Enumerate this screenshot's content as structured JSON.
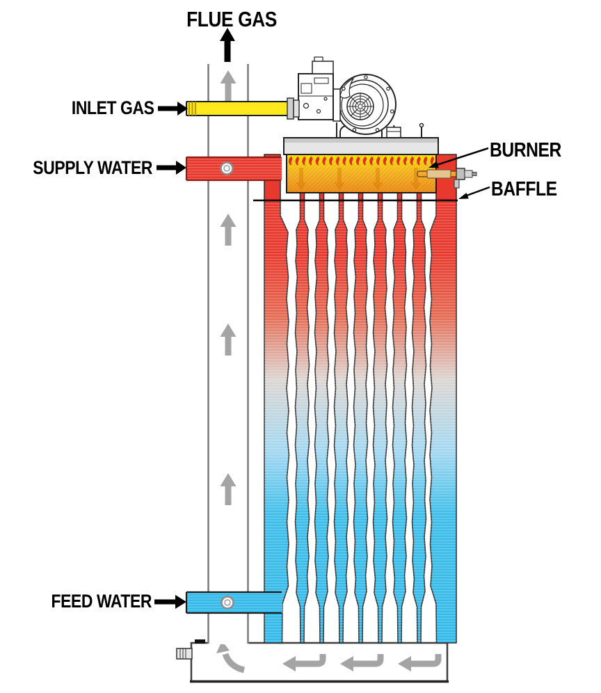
{
  "diagram": {
    "type": "gas-fired water heater / boiler cutaway",
    "labels": {
      "flue_gas": "FLUE GAS",
      "inlet_gas": "INLET GAS",
      "supply_water": "SUPPLY WATER",
      "burner": "BURNER",
      "baffle": "BAFFLE",
      "feed_water": "FEED WATER"
    },
    "colors": {
      "inlet_gas_pipe": "#FFE81C",
      "supply_water_pipe": "#E8392E",
      "feed_water_pipe": "#35BAE9",
      "hot_top": "#E8392E",
      "cold_bottom": "#35BAE9",
      "burner_yellow": "#FFE607",
      "burner_orange": "#EE8F1E",
      "flame_red": "#D92F1F",
      "flow_arrow_gray": "#A4A4A4",
      "label_text": "#000000"
    },
    "flow_arrows": {
      "flue_up_arrows": 4,
      "chamber_left_arrows": 3,
      "chamber_curved_up_arrow": 1,
      "burner_down_arrows": 4
    }
  }
}
